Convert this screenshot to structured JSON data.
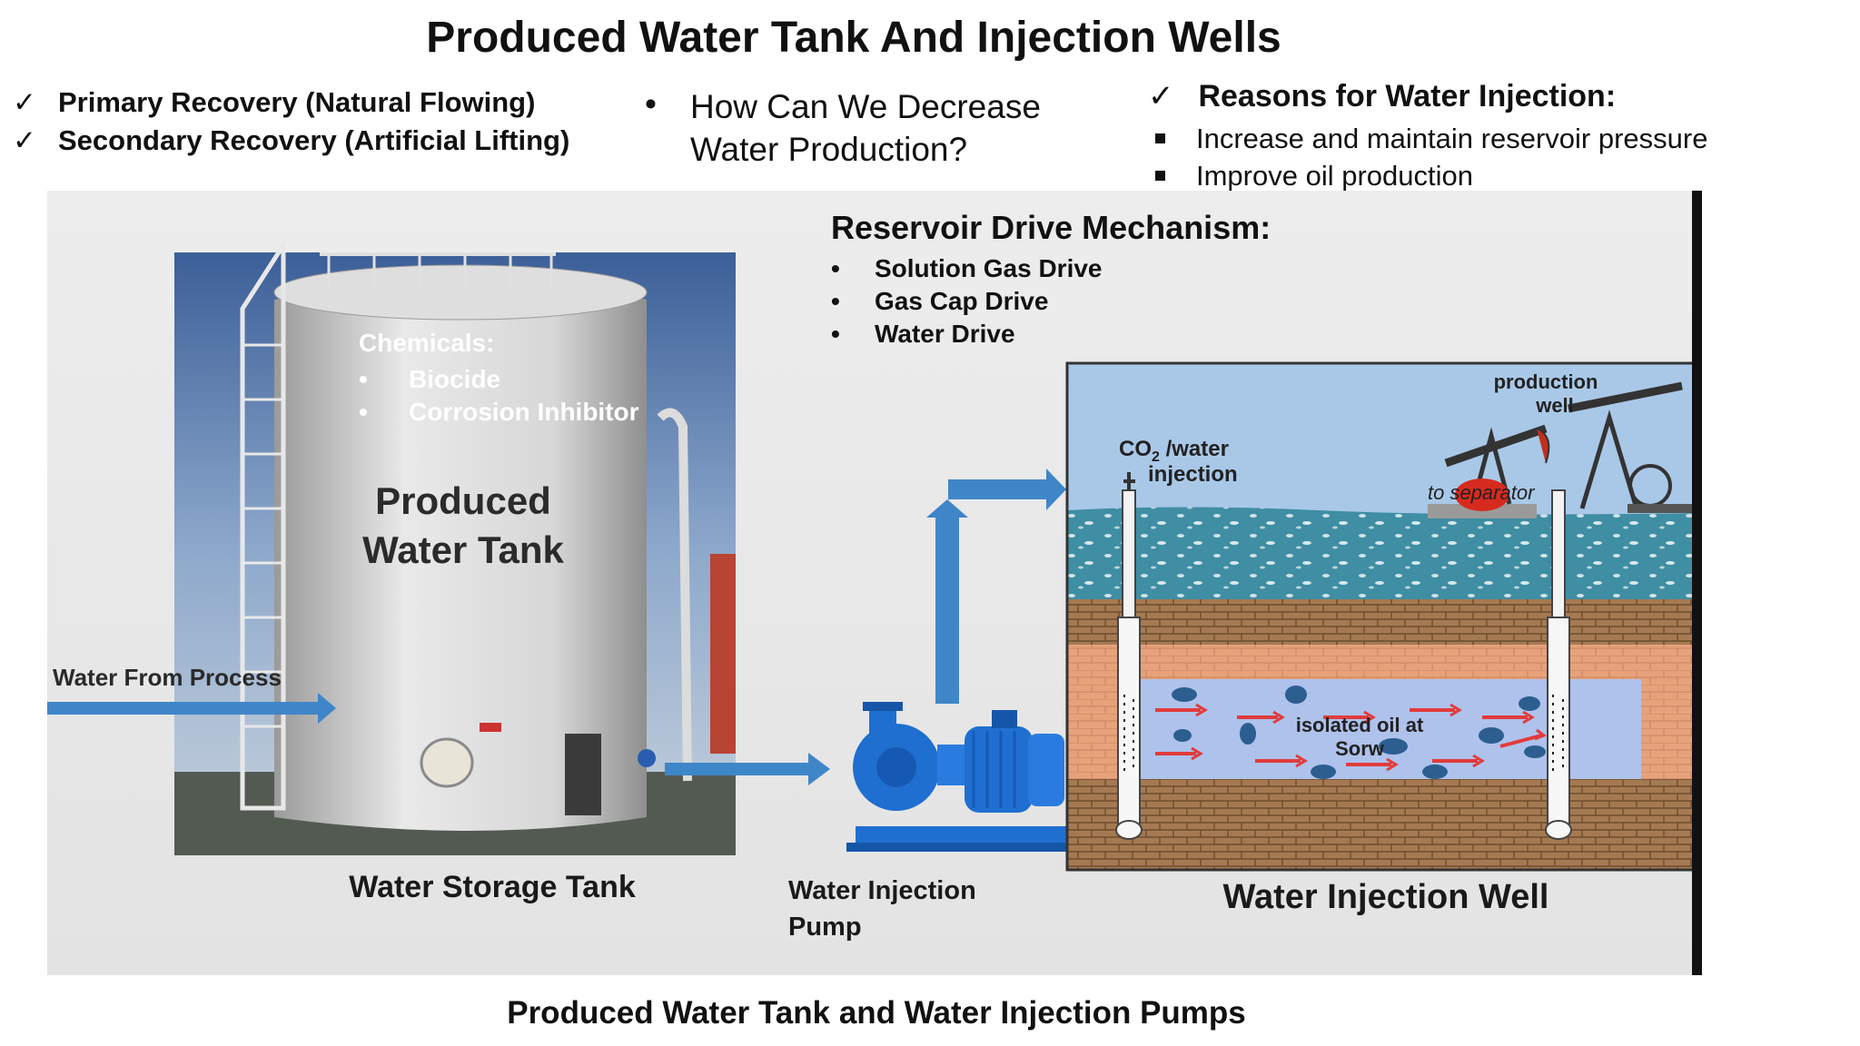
{
  "title": "Produced Water Tank And Injection Wells",
  "recovery_list": [
    {
      "check": "✓",
      "label": "Primary Recovery (Natural Flowing)"
    },
    {
      "check": "✓",
      "label": "Secondary Recovery (Artificial Lifting)"
    }
  ],
  "question": {
    "bullet": "•",
    "text": "How Can We Decrease Water Production?"
  },
  "reasons": {
    "check": "✓",
    "heading": "Reasons for Water Injection:",
    "items": [
      "Increase and maintain reservoir pressure",
      "Improve oil production"
    ]
  },
  "drive_mechanism": {
    "heading": "Reservoir Drive Mechanism:",
    "items": [
      "Solution Gas Drive",
      "Gas Cap Drive",
      "Water Drive"
    ]
  },
  "chemicals": {
    "heading": "Chemicals:",
    "items": [
      "Biocide",
      "Corrosion Inhibitor"
    ]
  },
  "tank_label": {
    "line1": "Produced",
    "line2": "Water Tank"
  },
  "labels": {
    "water_from_process": "Water From Process",
    "water_storage_tank": "Water Storage Tank",
    "injection_pump_1": "Water Injection",
    "injection_pump_2": "Pump",
    "injection_well": "Water Injection Well"
  },
  "well_diagram": {
    "co2_injection_1": "CO",
    "co2_injection_sub": "2",
    "co2_injection_2": " /water",
    "co2_injection_3": "injection",
    "production_well_1": "production",
    "production_well_2": "well",
    "to_separator": "to separator",
    "isolated_oil_1": "isolated oil at",
    "isolated_oil_2": "Sorw"
  },
  "caption": "Produced Water Tank and Water Injection Pumps",
  "colors": {
    "arrow_blue": "#3f86c8",
    "pump_blue": "#1f6fd0",
    "water_layer": "#a9c8e8",
    "gravel_layer": "#3f8ea3",
    "oil_layer": "#e7a27c",
    "rock_layer": "#a57a52",
    "oil_blob": "#2d5e90",
    "flow_arrow": "#e23b3b"
  }
}
